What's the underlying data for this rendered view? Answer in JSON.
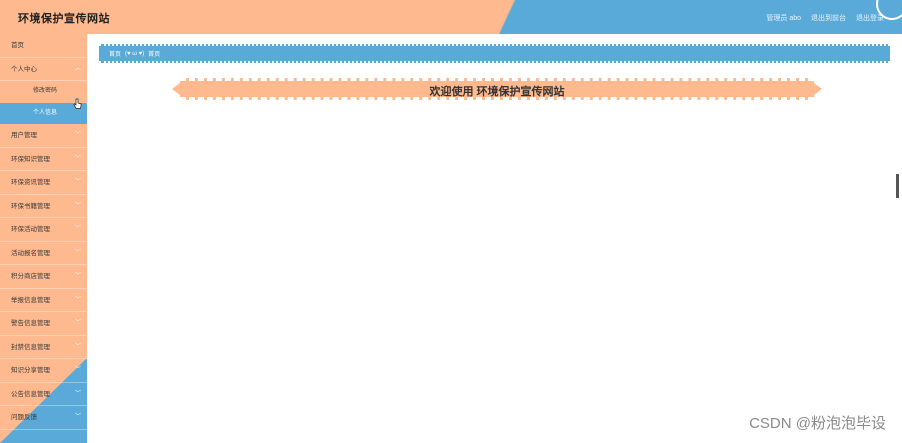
{
  "header": {
    "title": "环境保护宣传网站",
    "admin_label": "管理员 abo",
    "front_label": "退出到前台",
    "logout_label": "退出登录"
  },
  "sidebar": {
    "home": "首页",
    "personal_center": "个人中心",
    "sub_items": [
      {
        "label": "修改密码",
        "active": false
      },
      {
        "label": "个人信息",
        "active": true
      }
    ],
    "items": [
      "用户管理",
      "环保知识管理",
      "环保资讯管理",
      "环保书籍管理",
      "环保活动管理",
      "活动报名管理",
      "积分商店管理",
      "举报信息管理",
      "警告信息管理",
      "封禁信息管理",
      "知识分享管理",
      "公告信息管理",
      "问题反馈"
    ]
  },
  "breadcrumb": {
    "home": "首页",
    "separator": "(♥ ω ♥)",
    "current": "首页"
  },
  "main": {
    "welcome": "欢迎使用 环境保护宣传网站"
  },
  "watermark": "CSDN @粉泡泡毕设",
  "colors": {
    "peach": "#ffb98f",
    "blue": "#5aaad9"
  }
}
